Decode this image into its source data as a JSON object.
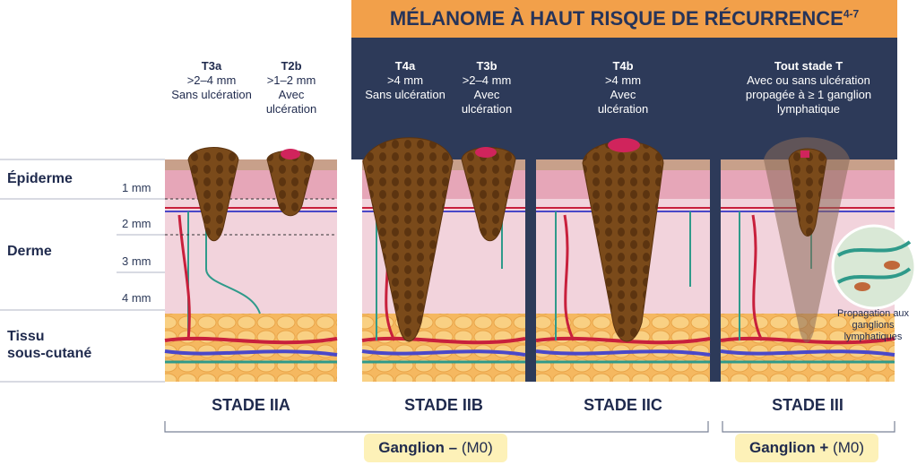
{
  "banner": {
    "title": "MÉLANOME À HAUT RISQUE DE RÉCURRENCE",
    "superscript": "4-7"
  },
  "layers": {
    "epidermis": "Épiderme",
    "dermis": "Derme",
    "subcutaneous_line1": "Tissu",
    "subcutaneous_line2": "sous-cutané"
  },
  "depths": [
    "1 mm",
    "2 mm",
    "3 mm",
    "4 mm"
  ],
  "tumors": {
    "t3a": {
      "name": "T3a",
      "depth": ">2–4 mm",
      "ulceration": "Sans ulcération"
    },
    "t2b": {
      "name": "T2b",
      "depth": ">1–2 mm",
      "ulceration_line1": "Avec",
      "ulceration_line2": "ulcération"
    },
    "t4a": {
      "name": "T4a",
      "depth": ">4 mm",
      "ulceration": "Sans ulcération"
    },
    "t3b": {
      "name": "T3b",
      "depth": ">2–4 mm",
      "ulceration_line1": "Avec",
      "ulceration_line2": "ulcération"
    },
    "t4b": {
      "name": "T4b",
      "depth": ">4 mm",
      "ulceration_line1": "Avec",
      "ulceration_line2": "ulcération"
    },
    "any": {
      "name": "Tout stade T",
      "line1": "Avec ou sans ulcération",
      "line2": "propagée à ≥ 1 ganglion",
      "line3": "lymphatique"
    }
  },
  "note": {
    "line1": "Propagation aux",
    "line2": "ganglions",
    "line3": "lymphatiques"
  },
  "stages": [
    "STADE IIA",
    "STADE IIB",
    "STADE IIC",
    "STADE III"
  ],
  "node_negative": {
    "label": "Ganglion –",
    "suffix": "(M0)"
  },
  "node_positive": {
    "label": "Ganglion +",
    "suffix": "(M0)"
  },
  "colors": {
    "banner": "#f2a04a",
    "navy": "#2d3a59",
    "epidermis": "#e6a6b8",
    "dermis": "#f2d3dc",
    "fat": "#f7c46b",
    "tumor": "#7a4a1a",
    "ulcer": "#d0245c",
    "artery": "#c8203c",
    "vein": "#4a48c8",
    "lymph": "#2f9a8a"
  }
}
